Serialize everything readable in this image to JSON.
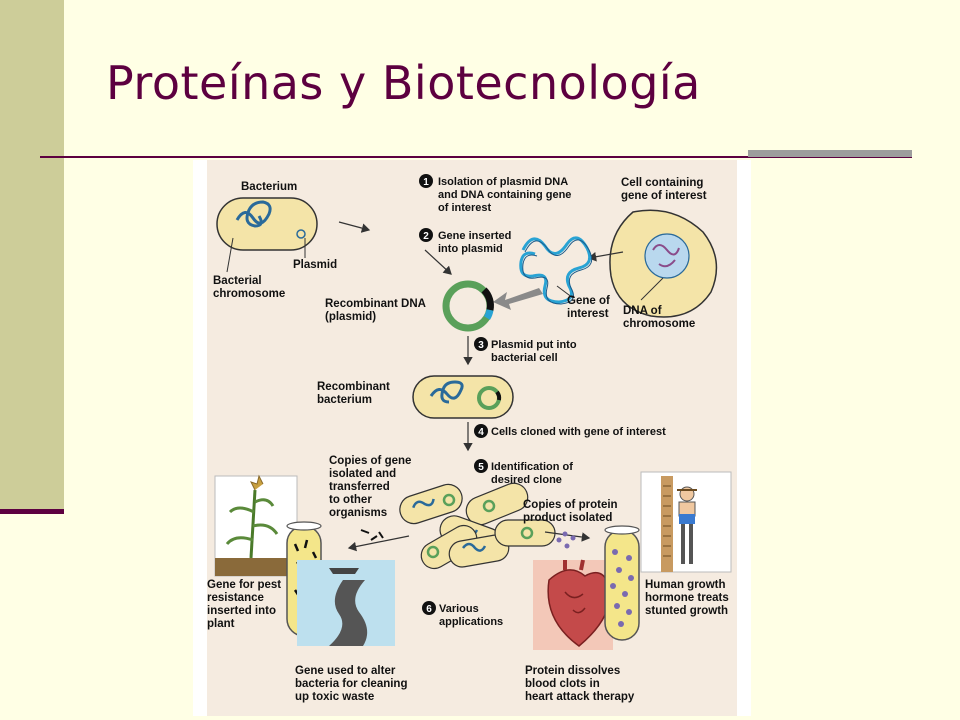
{
  "slide": {
    "title": "Proteínas y Biotecnología"
  },
  "diagram": {
    "bacterium": "Bacterium",
    "plasmid": "Plasmid",
    "bacterial_chromosome": [
      "Bacterial",
      "chromosome"
    ],
    "cell_containing": [
      "Cell containing",
      "gene of interest"
    ],
    "dna_of_chromosome": [
      "DNA of",
      "chromosome"
    ],
    "gene_of_interest": [
      "Gene of",
      "interest"
    ],
    "recombinant_dna": [
      "Recombinant DNA",
      "(plasmid)"
    ],
    "recombinant_bacterium": [
      "Recombinant",
      "bacterium"
    ],
    "steps": [
      {
        "num": "1",
        "lines": [
          "Isolation of plasmid DNA",
          "and DNA containing gene",
          "of interest"
        ]
      },
      {
        "num": "2",
        "lines": [
          "Gene inserted",
          "into plasmid"
        ]
      },
      {
        "num": "3",
        "lines": [
          "Plasmid put into",
          "bacterial cell"
        ]
      },
      {
        "num": "4",
        "lines": [
          "Cells cloned with gene of interest"
        ]
      },
      {
        "num": "5",
        "lines": [
          "Identification of",
          "desired clone"
        ]
      },
      {
        "num": "6",
        "lines": [
          "Various",
          "applications"
        ]
      }
    ],
    "copies_gene": [
      "Copies of gene",
      "isolated and",
      "transferred",
      "to other",
      "organisms"
    ],
    "copies_protein": [
      "Copies of protein",
      "product isolated"
    ],
    "pest": [
      "Gene for pest",
      "resistance",
      "inserted into",
      "plant"
    ],
    "toxic": [
      "Gene used to alter",
      "bacteria for cleaning",
      "up toxic waste"
    ],
    "blood": [
      "Protein dissolves",
      "blood clots in",
      "heart attack therapy"
    ],
    "growth": [
      "Human growth",
      "hormone treats",
      "stunted growth"
    ]
  }
}
